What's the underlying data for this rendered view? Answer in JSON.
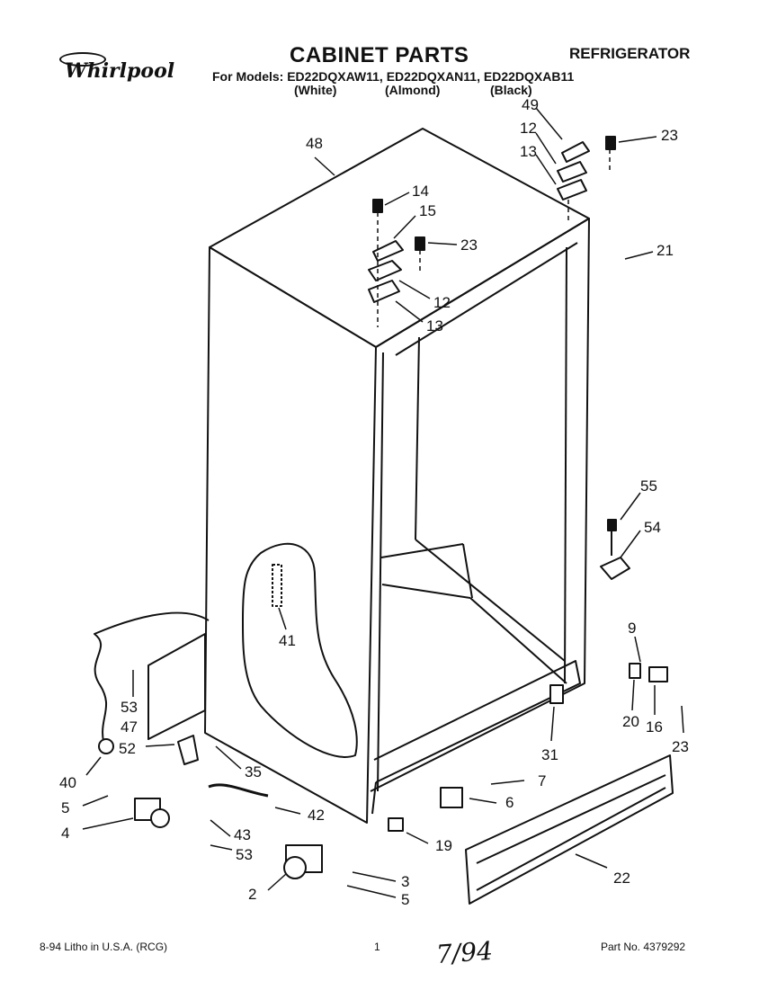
{
  "header": {
    "brand_logo": "Whirlpool",
    "title": "CABINET PARTS",
    "product": "REFRIGERATOR",
    "models_line": "For Models: ED22DQXAW11, ED22DQXAN11, ED22DQXAB11",
    "finishes": [
      "(White)",
      "(Almond)",
      "(Black)"
    ]
  },
  "callouts": [
    "48",
    "49",
    "12",
    "13",
    "23",
    "14",
    "15",
    "23",
    "12",
    "13",
    "21",
    "55",
    "54",
    "9",
    "20",
    "16",
    "23",
    "31",
    "41",
    "53",
    "47",
    "52",
    "40",
    "35",
    "5",
    "4",
    "43",
    "42",
    "53",
    "7",
    "6",
    "19",
    "22",
    "3",
    "2",
    "5"
  ],
  "footer": {
    "left": "8-94  Litho in U.S.A. (RCG)",
    "page": "1",
    "signature": "7/94",
    "part_no": "Part No. 4379292"
  }
}
